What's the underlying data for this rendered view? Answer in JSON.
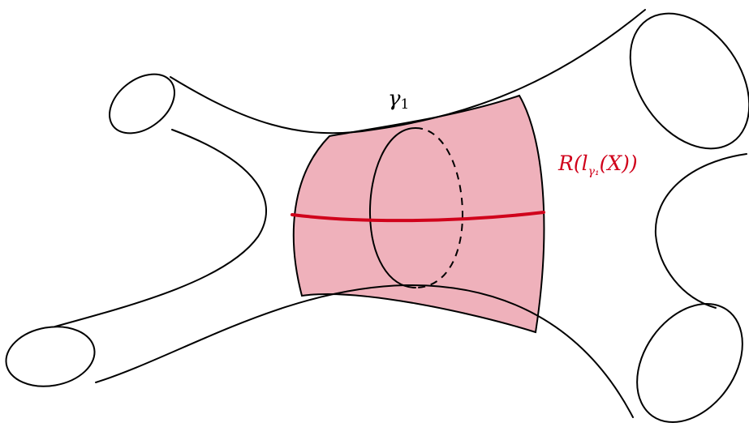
{
  "figure": {
    "curve_label": {
      "symbol": "γ",
      "subscript": "1"
    },
    "collar_label": {
      "text": "R(l",
      "sub": "γ₁",
      "rest": "(X))",
      "color": "#d0021b"
    },
    "colors": {
      "collar_fill": "#efb1bb",
      "geodesic": "#d0021b",
      "outline": "#000000"
    }
  }
}
